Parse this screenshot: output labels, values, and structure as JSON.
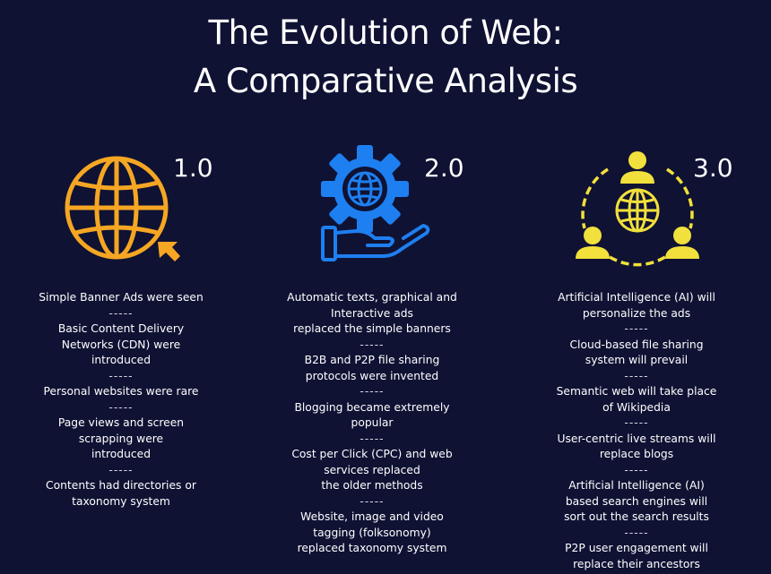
{
  "title": {
    "line1": "The Evolution of Web:",
    "line2": "A Comparative Analysis"
  },
  "colors": {
    "background": "#0f1233",
    "web1_accent": "#f5a623",
    "web2_accent": "#1e7ff0",
    "web3_accent": "#f2e03c",
    "text": "#ffffff"
  },
  "separator": "-----",
  "columns": [
    {
      "version": "1.0",
      "icon": "globe-cursor-icon",
      "items": [
        [
          "Simple Banner Ads were seen"
        ],
        [
          "Basic Content Delivery",
          "Networks (CDN) were",
          "introduced"
        ],
        [
          "Personal websites were rare"
        ],
        [
          "Page views and screen",
          "scrapping were",
          "introduced"
        ],
        [
          "Contents had directories or",
          "taxonomy system"
        ]
      ]
    },
    {
      "version": "2.0",
      "icon": "hand-gear-globe-icon",
      "items": [
        [
          "Automatic texts, graphical and",
          "Interactive ads",
          "replaced the simple banners"
        ],
        [
          "B2B and P2P file sharing",
          "protocols were invented"
        ],
        [
          "Blogging became extremely",
          "popular"
        ],
        [
          "Cost per Click (CPC) and web",
          "services replaced",
          "the older methods"
        ],
        [
          "Website, image and video",
          "tagging (folksonomy)",
          "replaced taxonomy system"
        ]
      ]
    },
    {
      "version": "3.0",
      "icon": "network-users-globe-icon",
      "items": [
        [
          "Artificial Intelligence (AI) will",
          "personalize the ads"
        ],
        [
          "Cloud-based file sharing",
          "system will prevail"
        ],
        [
          "Semantic web will take place",
          "of Wikipedia"
        ],
        [
          "User-centric live streams will",
          "replace blogs"
        ],
        [
          "Artificial Intelligence (AI)",
          "based search engines will",
          "sort out the search results"
        ],
        [
          "P2P user engagement will",
          "replace their ancestors"
        ]
      ]
    }
  ]
}
